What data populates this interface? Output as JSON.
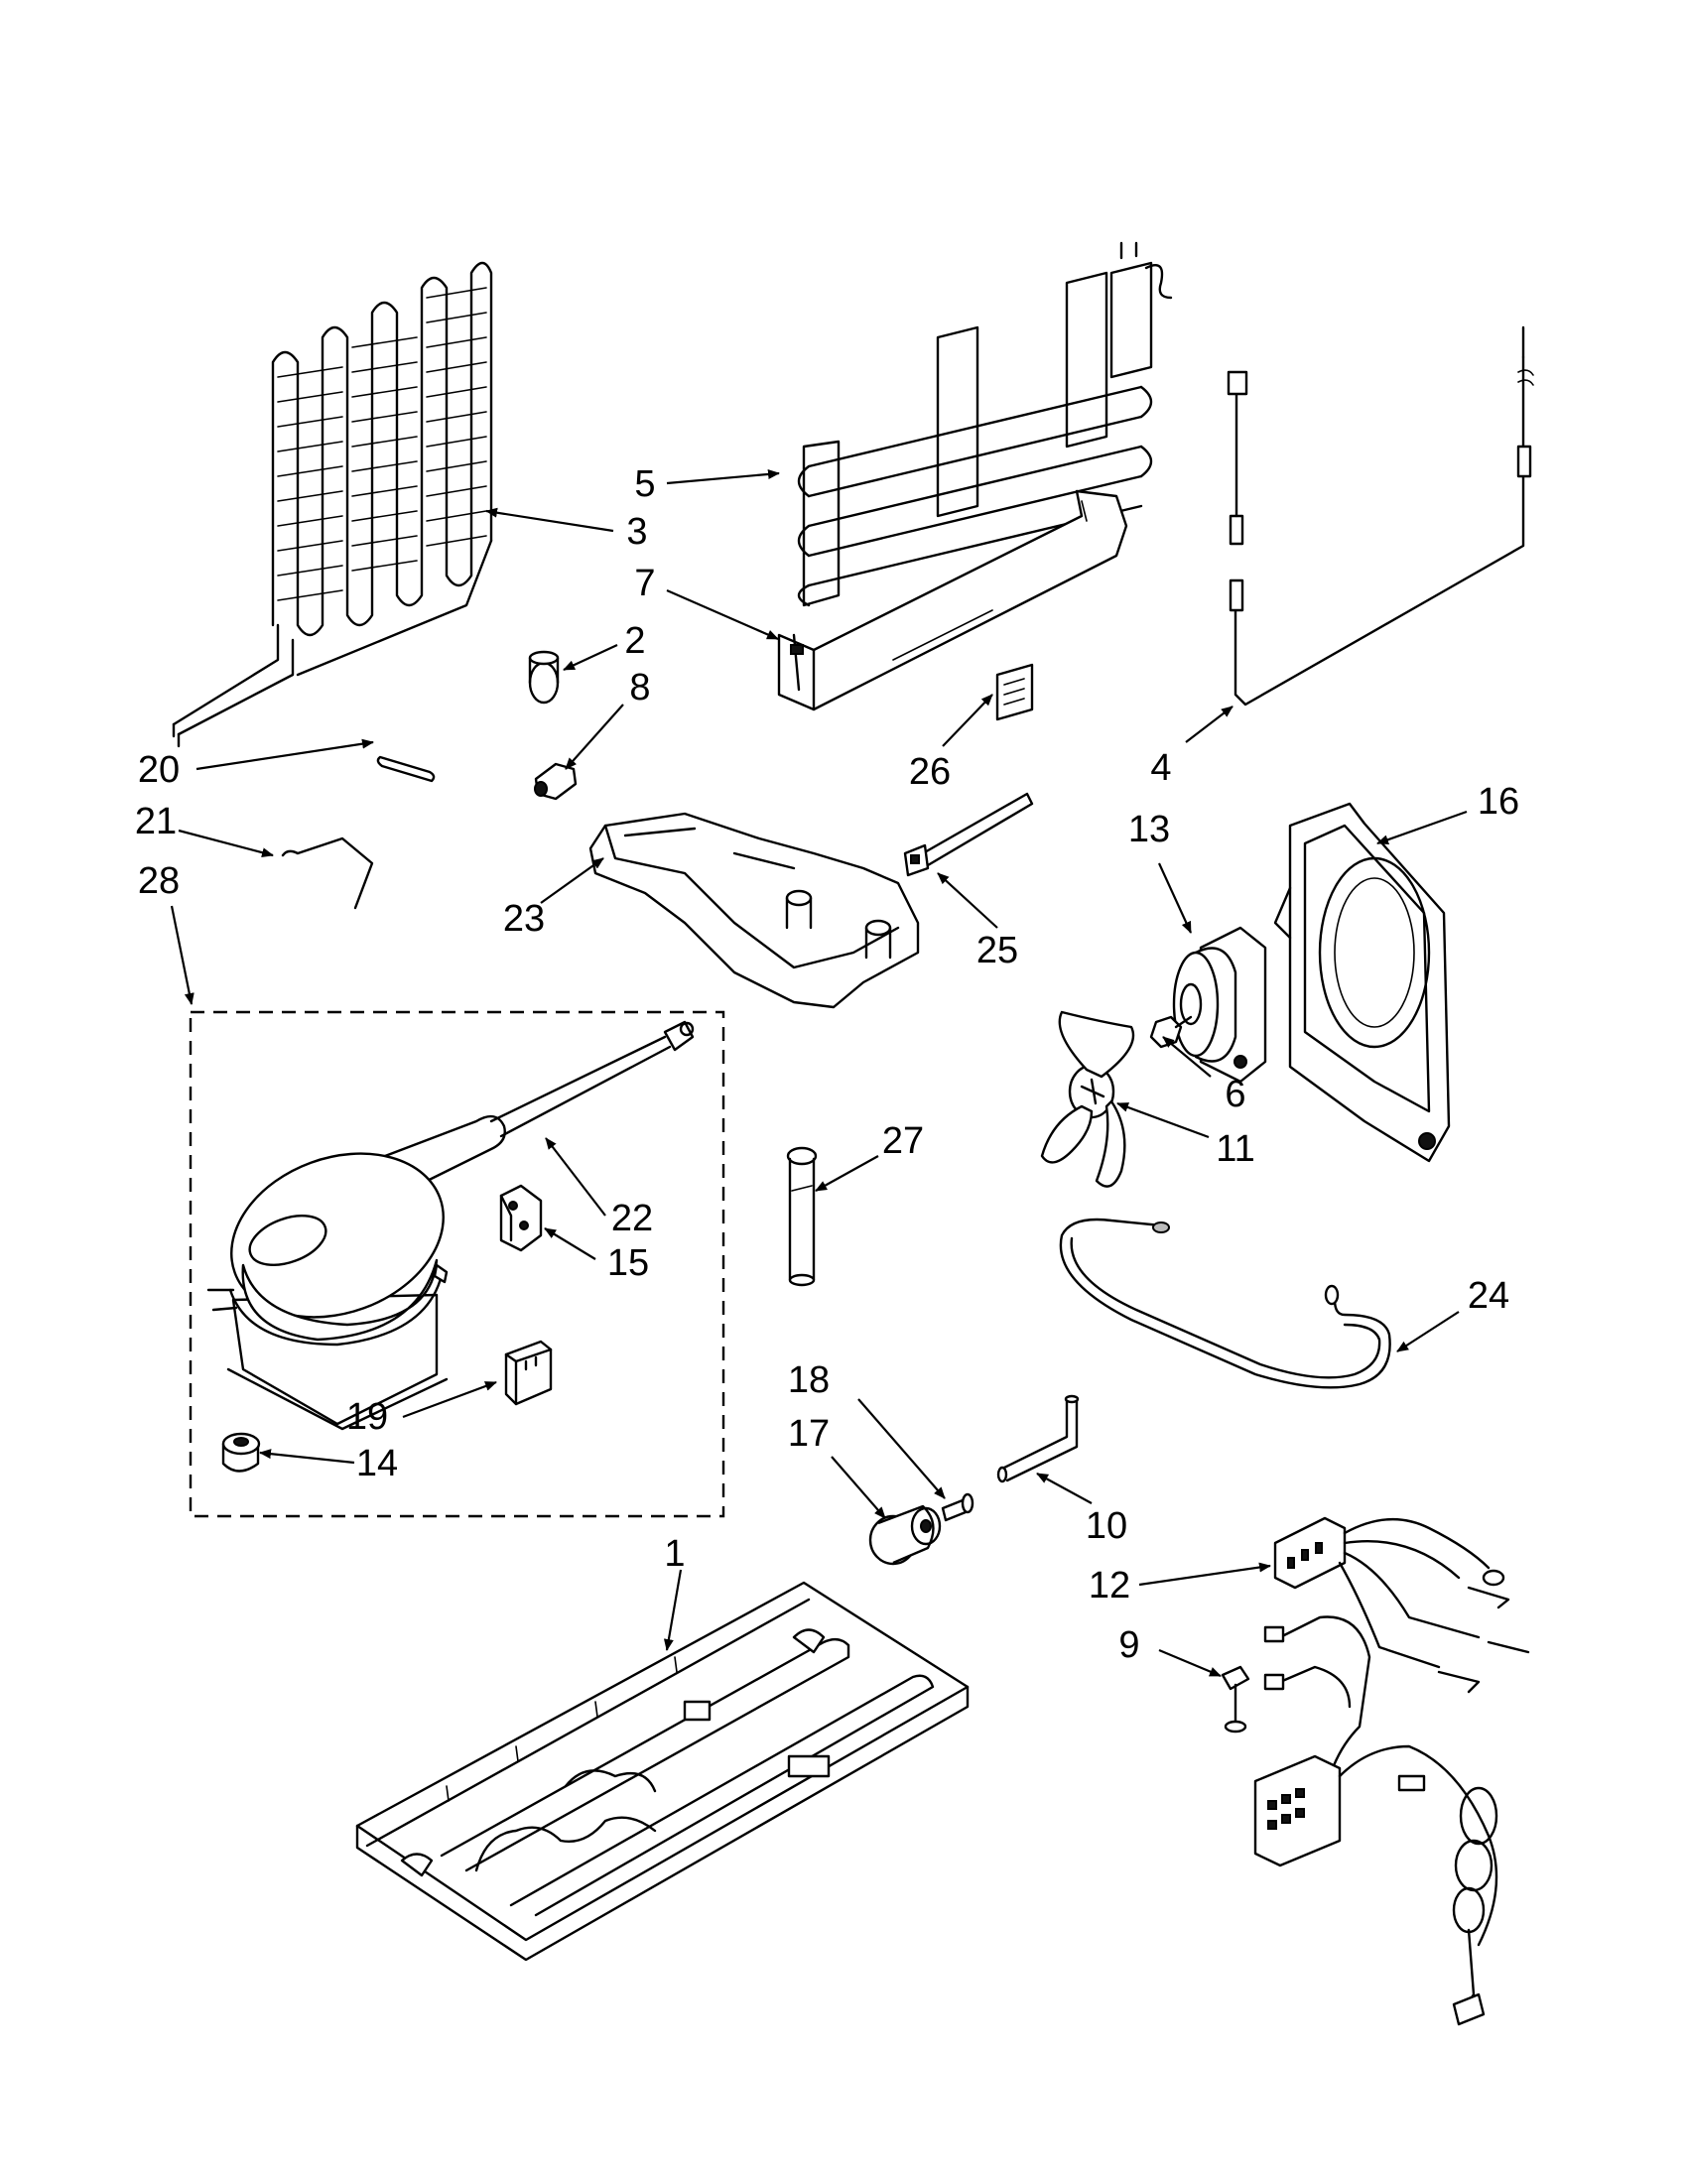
{
  "callouts": [
    {
      "id": "c1",
      "label": "1"
    },
    {
      "id": "c2",
      "label": "2"
    },
    {
      "id": "c3",
      "label": "3"
    },
    {
      "id": "c4",
      "label": "4"
    },
    {
      "id": "c5",
      "label": "5"
    },
    {
      "id": "c6",
      "label": "6"
    },
    {
      "id": "c7",
      "label": "7"
    },
    {
      "id": "c8",
      "label": "8"
    },
    {
      "id": "c9",
      "label": "9"
    },
    {
      "id": "c10",
      "label": "10"
    },
    {
      "id": "c11",
      "label": "11"
    },
    {
      "id": "c12",
      "label": "12"
    },
    {
      "id": "c13",
      "label": "13"
    },
    {
      "id": "c14",
      "label": "14"
    },
    {
      "id": "c15",
      "label": "15"
    },
    {
      "id": "c16",
      "label": "16"
    },
    {
      "id": "c17",
      "label": "17"
    },
    {
      "id": "c18",
      "label": "18"
    },
    {
      "id": "c19",
      "label": "19"
    },
    {
      "id": "c20",
      "label": "20"
    },
    {
      "id": "c21",
      "label": "21"
    },
    {
      "id": "c22",
      "label": "22"
    },
    {
      "id": "c23",
      "label": "23"
    },
    {
      "id": "c24",
      "label": "24"
    },
    {
      "id": "c25",
      "label": "25"
    },
    {
      "id": "c26",
      "label": "26"
    },
    {
      "id": "c27",
      "label": "27"
    },
    {
      "id": "c28",
      "label": "28"
    }
  ],
  "colors": {
    "line": "#000000",
    "background": "#ffffff"
  }
}
